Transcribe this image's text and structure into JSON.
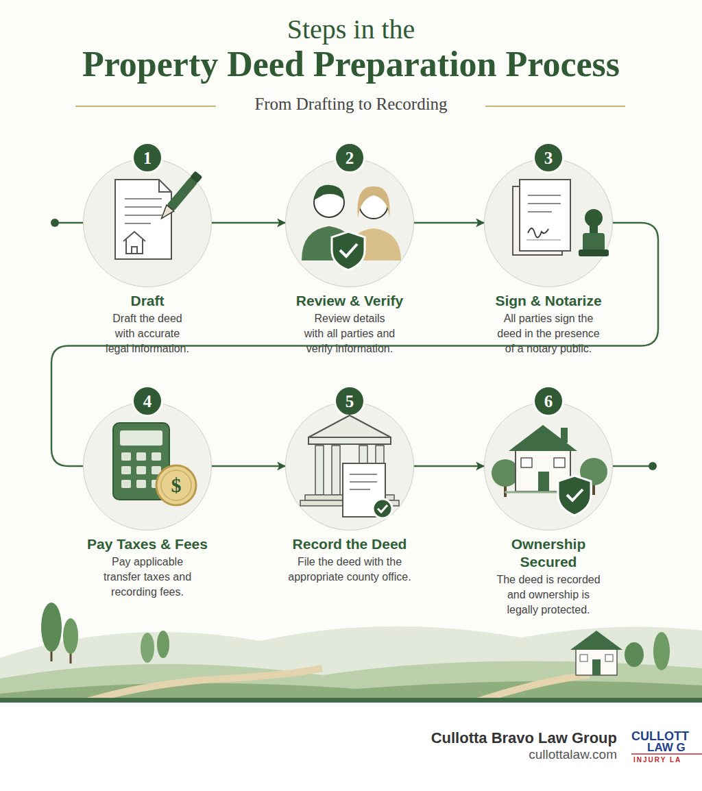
{
  "diagram": {
    "title": "Property Deed Preparation Process",
    "caption": "From Drafting to Recording",
    "nodes": [
      {
        "text": [
          "1",
          "Draft",
          "Draft the deed with accurate legal information."
        ]
      },
      {
        "text": [
          "2",
          "Review & Verify",
          "Review details with all parties and verify information."
        ]
      },
      {
        "text": [
          "3",
          "Sign & Notarize",
          "All parties sign the deed in the presence of a notary public."
        ]
      },
      {
        "text": [
          "4",
          "Pay Taxes & Fees",
          "Pay applicable transfer taxes and recording fees."
        ]
      },
      {
        "text": [
          "5",
          "Record the Deed",
          "File the deed with the appropriate county office."
        ]
      },
      {
        "text": [
          "6",
          "Ownership Secured",
          "The deed is recorded and ownership is legally protected."
        ]
      }
    ],
    "edges": [
      {
        "from": 0,
        "to": 1,
        "arrow": "to"
      },
      {
        "from": 1,
        "to": 2,
        "arrow": "to"
      },
      {
        "from": 2,
        "to": 3,
        "arrow": "none"
      },
      {
        "from": 3,
        "to": 4,
        "arrow": "to"
      },
      {
        "from": 4,
        "to": 5,
        "arrow": "to"
      }
    ],
    "labels": [
      "Steps in the",
      "$",
      "Cullotta Bravo Law Group",
      "cullottalaw.com",
      "CULLOTT",
      "LAW G",
      "INJURY LA"
    ]
  }
}
